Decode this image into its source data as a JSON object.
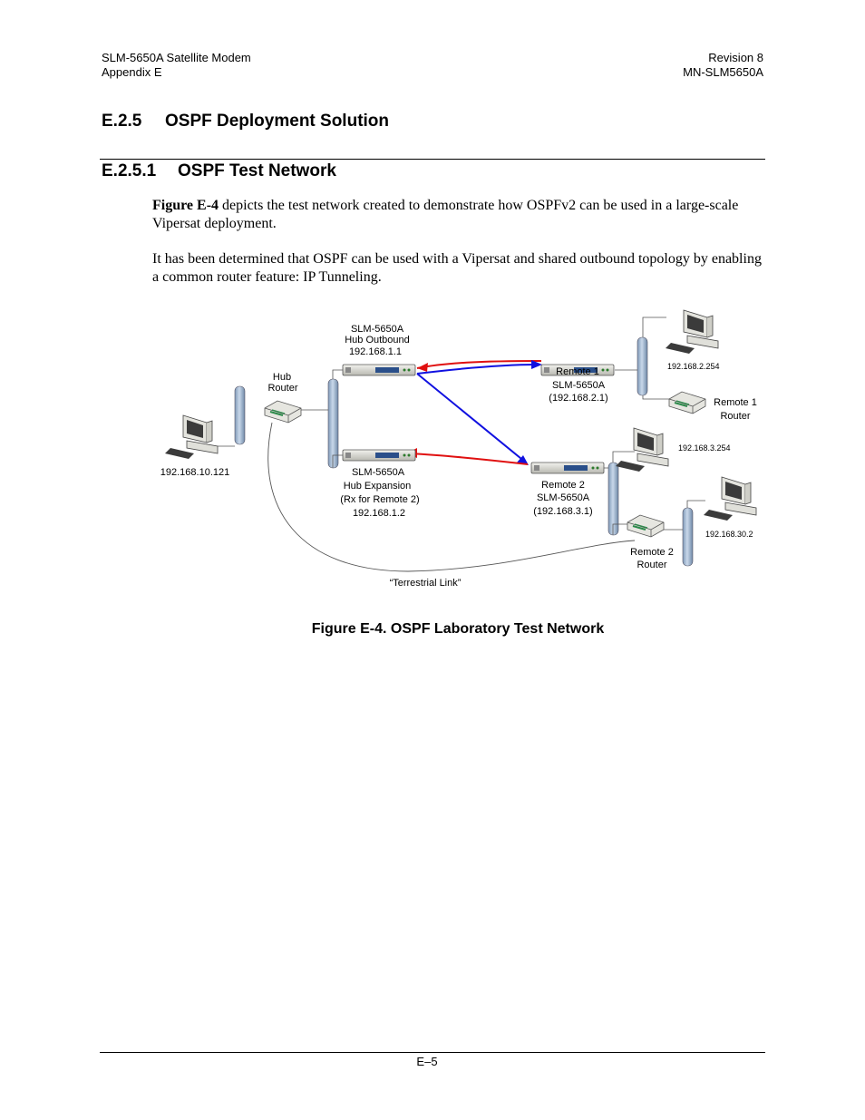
{
  "header": {
    "left_line1": "SLM-5650A Satellite Modem",
    "left_line2": "Appendix E",
    "right_line1": "Revision 8",
    "right_line2": "MN-SLM5650A"
  },
  "section": {
    "number": "E.2.5",
    "title": "OSPF Deployment Solution"
  },
  "subsection": {
    "number": "E.2.5.1",
    "title": "OSPF Test Network"
  },
  "paragraph1": {
    "ref": "Figure E-4",
    "text": " depicts the test network created to demonstrate how OSPFv2 can be used in a large-scale Vipersat deployment."
  },
  "paragraph2": "It has been determined that OSPF can be used with a Vipersat and shared outbound topology by enabling a common router feature: IP Tunneling.",
  "figure": {
    "hub_outbound": [
      "SLM-5650A",
      "Hub Outbound",
      "192.168.1.1"
    ],
    "hub_router": [
      "Hub",
      "Router"
    ],
    "hub_pc_ip": "192.168.10.121",
    "hub_expansion": [
      "SLM-5650A",
      "Hub Expansion",
      "(Rx for Remote 2)",
      "192.168.1.2"
    ],
    "remote1_modem": [
      "Remote 1",
      "SLM-5650A",
      "(192.168.2.1)"
    ],
    "remote1_pc_ip": "192.168.2.254",
    "remote1_router": [
      "Remote 1",
      "Router"
    ],
    "remote2_modem": [
      "Remote 2",
      "SLM-5650A",
      "(192.168.3.1)"
    ],
    "remote2_pc_ip": "192.168.3.254",
    "remote2_router": [
      "Remote 2",
      "Router"
    ],
    "remote2_lan_pc_ip": "192.168.30.2",
    "terrestrial_link": "“Terrestrial Link”",
    "caption": "Figure E-4. OSPF Laboratory Test Network",
    "colors": {
      "forward_link": "#1010e0",
      "return_link": "#e01010",
      "lan_bus": "#a9bfd8"
    }
  },
  "footer": {
    "page": "E–5"
  }
}
